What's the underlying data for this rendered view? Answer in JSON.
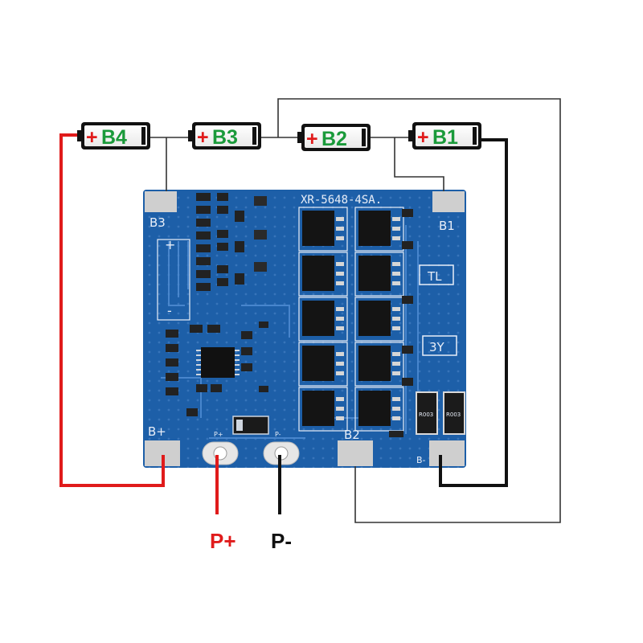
{
  "cells": [
    {
      "plus": "+",
      "label": "B4"
    },
    {
      "plus": "+",
      "label": "B3"
    },
    {
      "plus": "+",
      "label": "B2"
    },
    {
      "plus": "+",
      "label": "B1"
    }
  ],
  "board": {
    "model": "XR-5648-4SA.",
    "pad_b3": "B3",
    "pad_b1": "B1",
    "pad_bplus": "B+",
    "pad_b2": "B2",
    "pad_bminus": "B-",
    "mark_tl": "TL",
    "mark_3y": "3Y",
    "mark_plus": "+",
    "mark_minus": "-",
    "pad_pplus_mark": "P+",
    "pad_pminus_mark": "P-",
    "resistor_code": "R003"
  },
  "terminals": {
    "p_plus": "P+",
    "p_minus": "P-"
  },
  "colors": {
    "pcb": "#1d5fa8",
    "pcb_dark": "#174f90",
    "pad": "#cfcfcf",
    "wire_red": "#e01b1b",
    "wire_black": "#111111",
    "wire_thin": "#333333",
    "cell_green": "#1a9a3a",
    "cell_plus": "#e01b1b"
  }
}
